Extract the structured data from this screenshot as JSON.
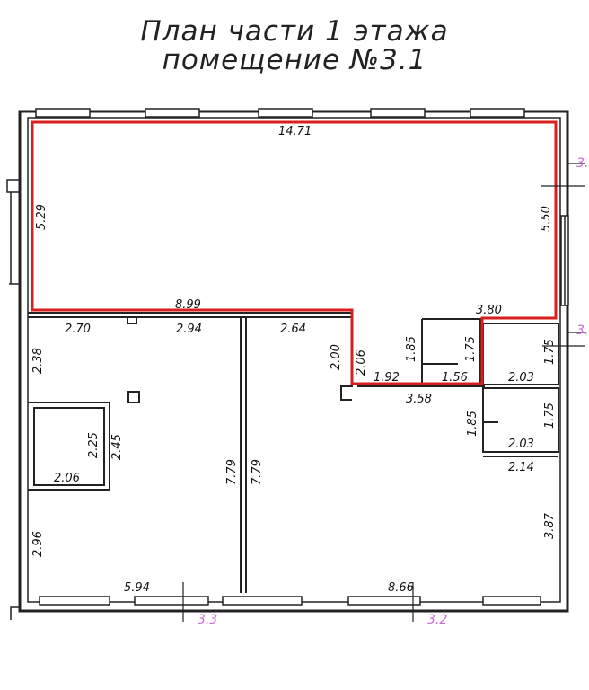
{
  "title": {
    "line1": "План части 1 этажа",
    "line2": "помещение №3.1"
  },
  "colors": {
    "wall": "#222222",
    "highlight": "#d81e1e",
    "axis_label": "#c66bd6",
    "text": "#111111"
  },
  "dimensions": {
    "top_width": "14.71",
    "left_height": "5.29",
    "right_height": "5.50",
    "bottom_edge": "8.99",
    "notch_width": "3.80",
    "room_a_width": "2.70",
    "room_b_width": "2.94",
    "room_c_width": "2.64",
    "step_height": "2.00",
    "step_depth": "2.06",
    "corridor_a_width": "1.92",
    "corridor_a_height": "1.85",
    "corridor_b_width": "1.56",
    "corridor_b_height": "1.75",
    "wc1_height": "1.75",
    "wc1_width": "2.03",
    "corridor_width": "3.58",
    "wc2_left": "1.85",
    "wc2_height": "1.75",
    "wc2_width": "2.03",
    "room_right_width": "2.14",
    "room_right_height": "3.87",
    "left_room_top": "2.38",
    "closet_inner": "2.25",
    "closet_outer": "2.45",
    "closet_width": "2.06",
    "left_room_bottom": "2.96",
    "partition_a": "7.79",
    "partition_b": "7.79",
    "bottom_left_width": "5.94",
    "bottom_right_width": "8.66"
  },
  "axes": {
    "axis_right_top": "3.",
    "axis_right_mid": "3.",
    "axis_bottom_left": "3.3",
    "axis_bottom_right": "3.2"
  }
}
